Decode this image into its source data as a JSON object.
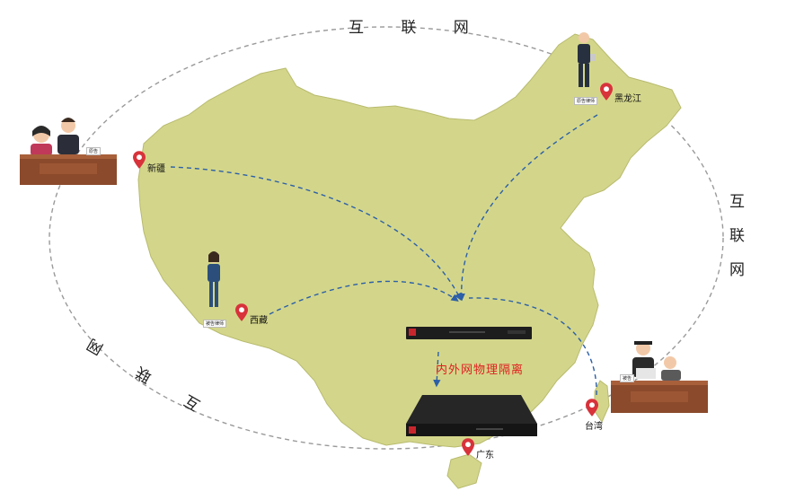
{
  "ring_labels": {
    "top": "互 联 网",
    "right": [
      "互",
      "联",
      "网"
    ],
    "left": "互 联 网"
  },
  "isolation_label": "内外网物理隔离",
  "cities": {
    "xinjiang": "新疆",
    "heilongjiang": "黑龙江",
    "xizang": "西藏",
    "taiwan": "台湾",
    "guangdong": "广东"
  },
  "badges": {
    "plaintiff": "原告",
    "plaintiff_lawyer": "原告律师",
    "defendant_lawyer": "被告律师",
    "defendant": "被告"
  },
  "colors": {
    "map_fill": "#d3d68a",
    "map_stroke": "#b8bb6e",
    "ring": "#9a9a9a",
    "link": "#2c5fa8",
    "pin": "#d8323b",
    "desk": "#8b4a2b",
    "isolation_text": "#e02020"
  }
}
